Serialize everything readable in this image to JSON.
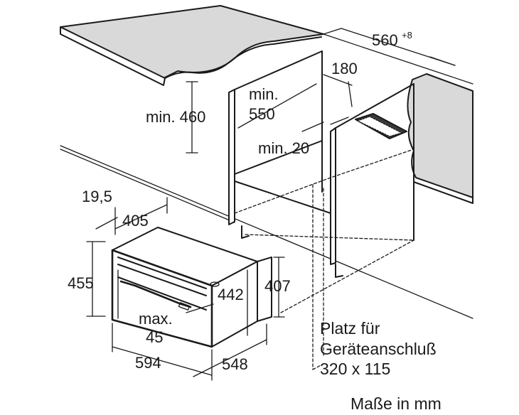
{
  "dimensions": {
    "width_min_560": "560",
    "width_min_560_sup": "+8",
    "vent_180": "180",
    "height_min_460": "min. 460",
    "depth_min_550_line1": "min.",
    "depth_min_550_line2": "550",
    "gap_min_20": "min. 20",
    "frame_19_5": "19,5",
    "depth_405": "405",
    "height_455": "455",
    "height_442": "442",
    "height_407": "407",
    "max_45_line1": "max.",
    "max_45_line2": "45",
    "width_594": "594",
    "depth_548": "548"
  },
  "notes": {
    "connection_line1": "Platz für",
    "connection_line2": "Geräteanschluß",
    "connection_line3": "320 x 115",
    "units": "Maße in mm"
  },
  "colors": {
    "line": "#1a1a1a",
    "countertop": "#d9d9d9",
    "vent": "#3a3a3a"
  }
}
